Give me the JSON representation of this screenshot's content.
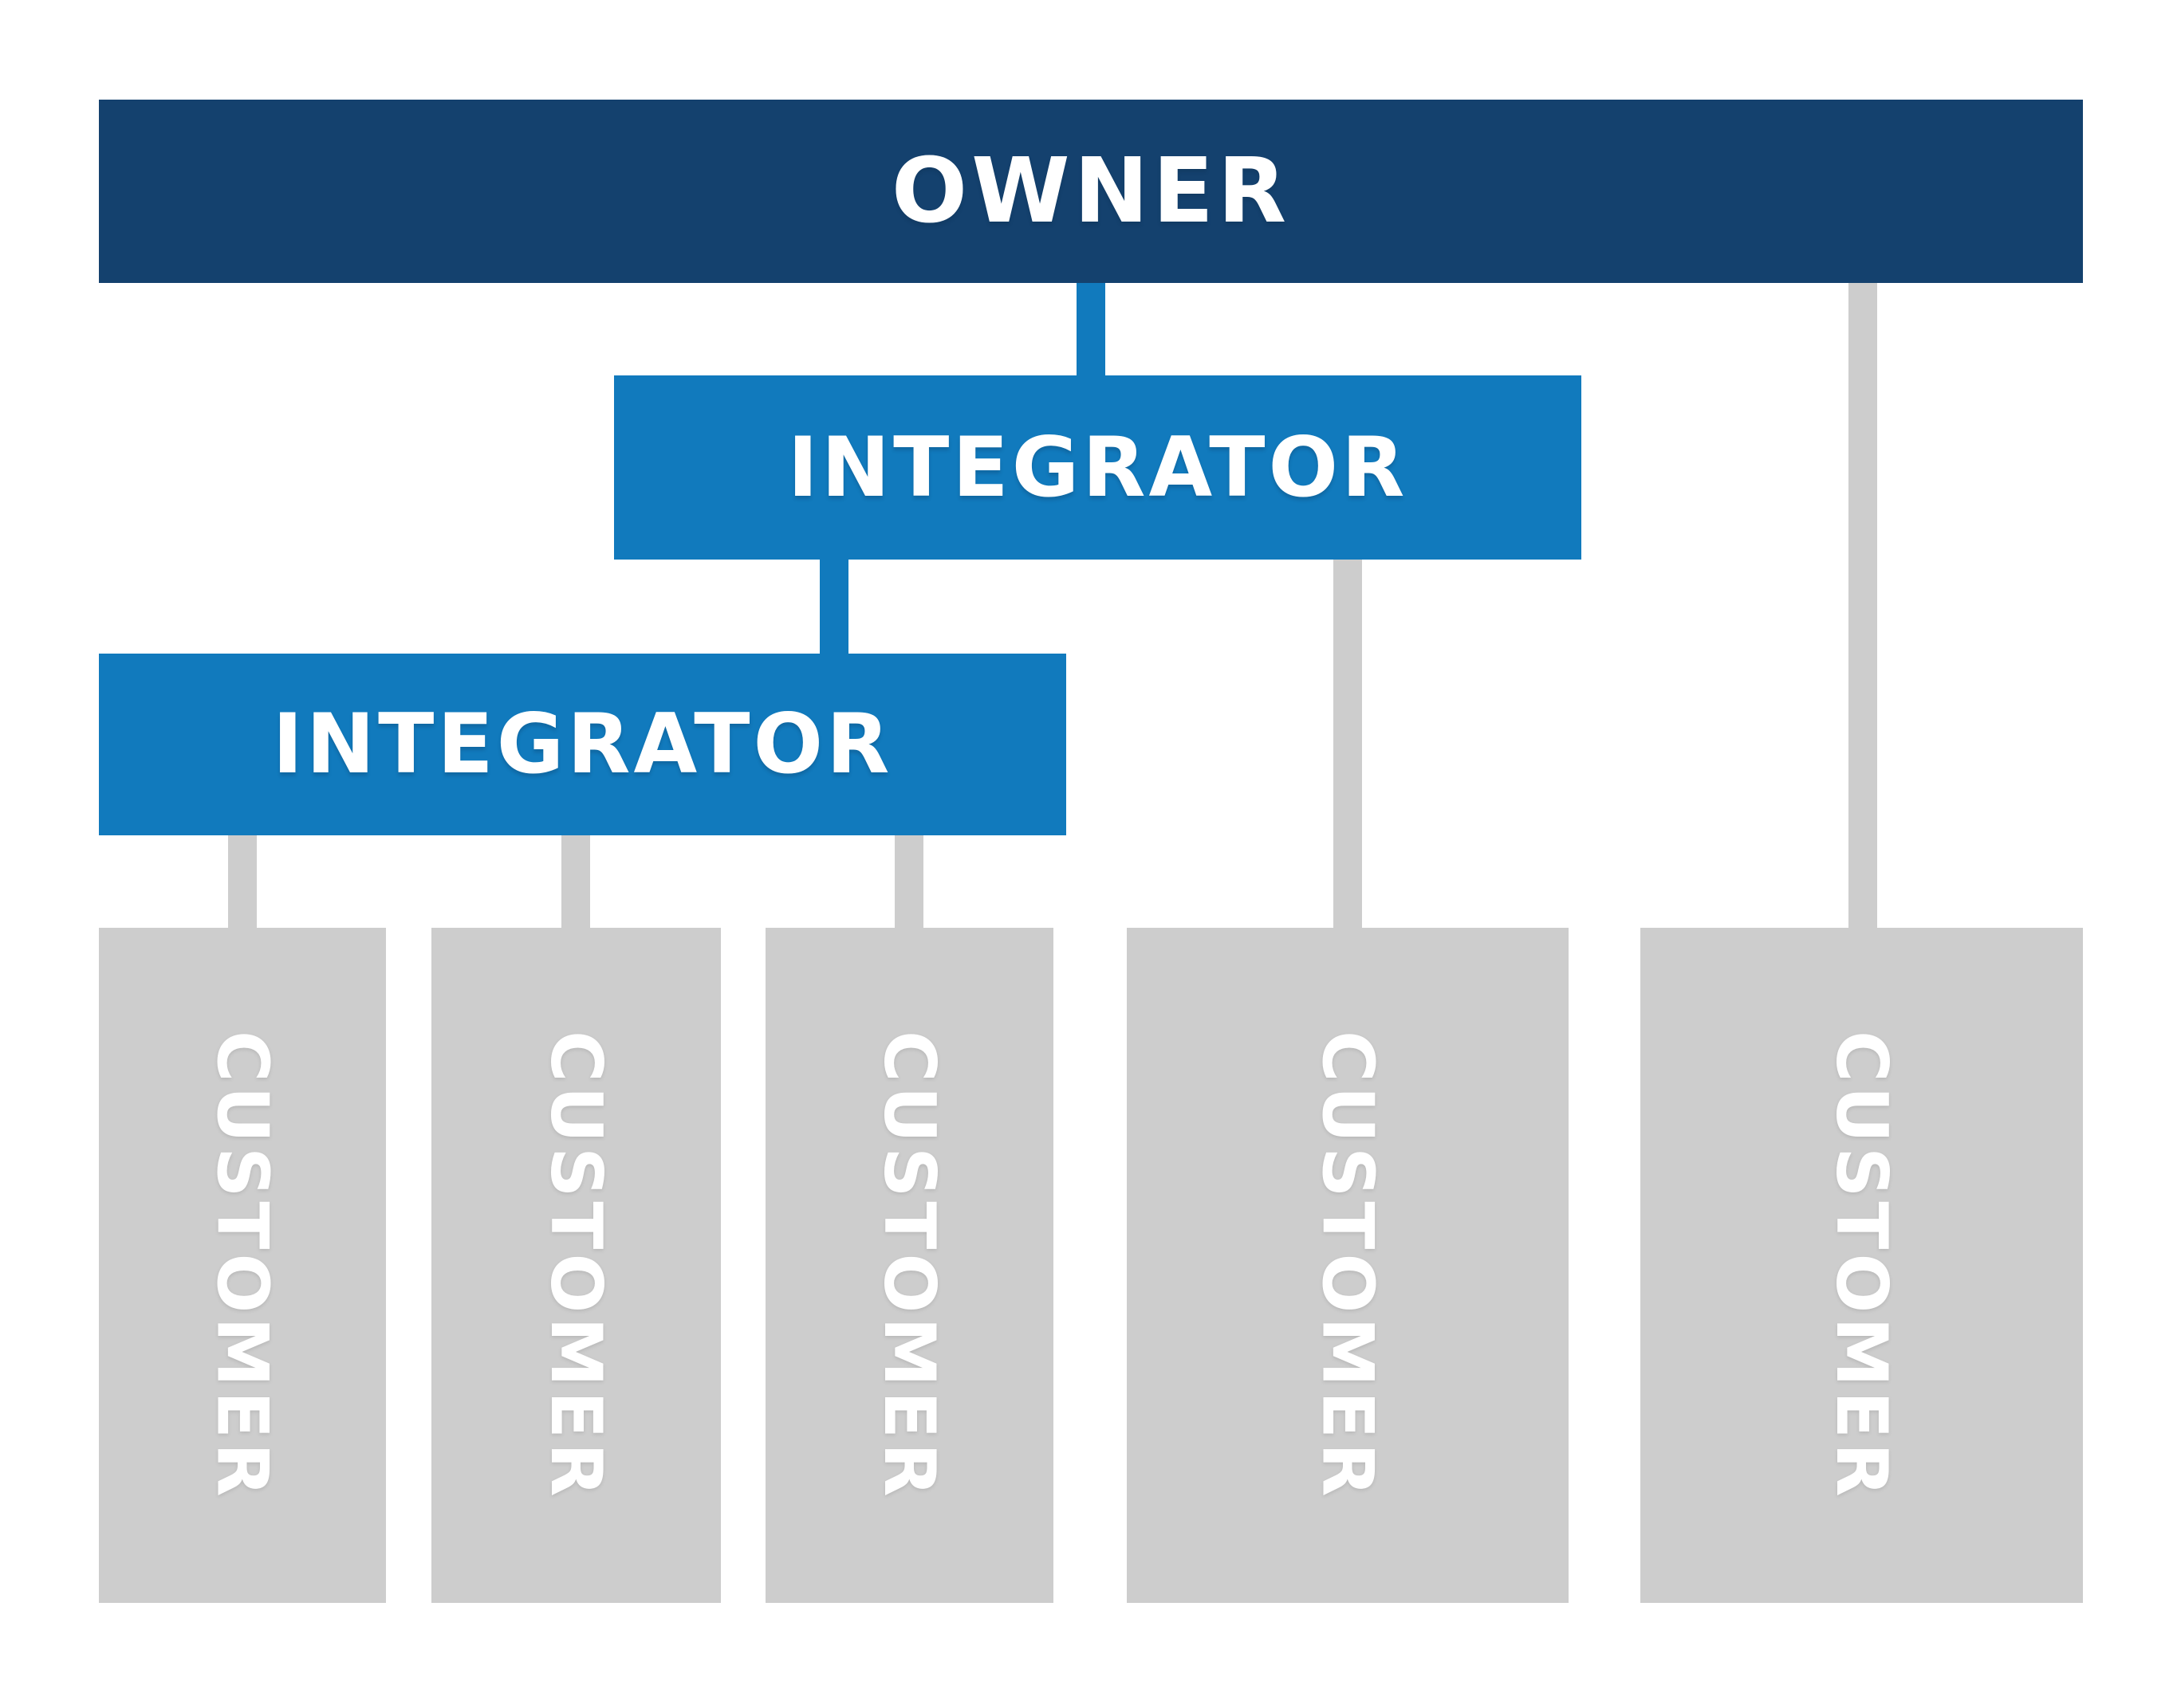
{
  "diagram": {
    "type": "org-hierarchy",
    "background": "#ffffff",
    "text_color": "#ffffff",
    "nodes": {
      "owner": {
        "label": "OWNER",
        "color": "#14416e"
      },
      "integrator_top": {
        "label": "INTEGRATOR",
        "color": "#117abd"
      },
      "integrator_sub": {
        "label": "INTEGRATOR",
        "color": "#117abd"
      },
      "customers": [
        {
          "label": "CUSTOMER",
          "color": "#cdcdcd"
        },
        {
          "label": "CUSTOMER",
          "color": "#cdcdcd"
        },
        {
          "label": "CUSTOMER",
          "color": "#cdcdcd"
        },
        {
          "label": "CUSTOMER",
          "color": "#cdcdcd"
        },
        {
          "label": "CUSTOMER",
          "color": "#cdcdcd"
        }
      ]
    },
    "edges": [
      {
        "from": "owner",
        "to": "integrator_top",
        "color": "#117abd"
      },
      {
        "from": "integrator_top",
        "to": "integrator_sub",
        "color": "#117abd"
      },
      {
        "from": "integrator_sub",
        "to": "customer-1",
        "color": "#cdcdcd"
      },
      {
        "from": "integrator_sub",
        "to": "customer-2",
        "color": "#cdcdcd"
      },
      {
        "from": "integrator_sub",
        "to": "customer-3",
        "color": "#cdcdcd"
      },
      {
        "from": "integrator_top",
        "to": "customer-4",
        "color": "#cdcdcd"
      },
      {
        "from": "owner",
        "to": "customer-5",
        "color": "#cdcdcd"
      }
    ]
  }
}
